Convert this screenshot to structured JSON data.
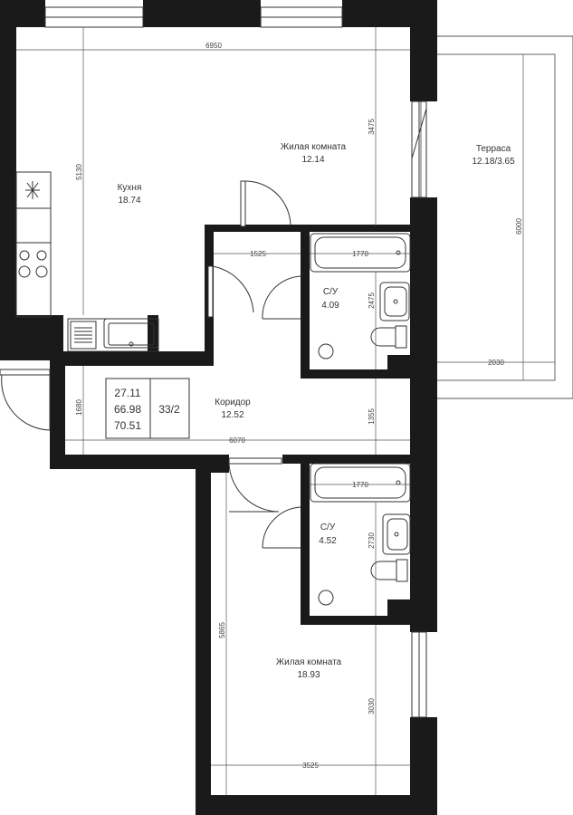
{
  "rooms": {
    "living1": {
      "name": "Жилая комната",
      "area": "12.14"
    },
    "kitchen": {
      "name": "Кухня",
      "area": "18.74"
    },
    "terrace": {
      "name": "Терраса",
      "area": "12.18/3.65"
    },
    "bath1": {
      "name": "С/У",
      "area": "4.09"
    },
    "corridor": {
      "name": "Коридор",
      "area": "12.52"
    },
    "bath2": {
      "name": "С/У",
      "area": "4.52"
    },
    "living2": {
      "name": "Жилая комната",
      "area": "18.93"
    }
  },
  "summary": {
    "living_area": "27.11",
    "total_area": "66.98",
    "total_with_terrace": "70.51",
    "floor": "33/2"
  },
  "dimensions": {
    "top_width": "6950",
    "living1_height": "3475",
    "kitchen_height": "5130",
    "terrace_height": "6000",
    "terrace_width": "2030",
    "hall_width": "1525",
    "bath1_width": "1770",
    "bath1_height": "2475",
    "corridor_height": "1680",
    "corridor_span": "1355",
    "corridor_width": "6070",
    "bath2_width": "1770",
    "bath2_height": "2730",
    "living2_height": "5865",
    "living2_window": "3030",
    "living2_width": "3525"
  },
  "colors": {
    "wall": "#1a1a1a",
    "line": "#555555",
    "fixture": "#333333"
  }
}
